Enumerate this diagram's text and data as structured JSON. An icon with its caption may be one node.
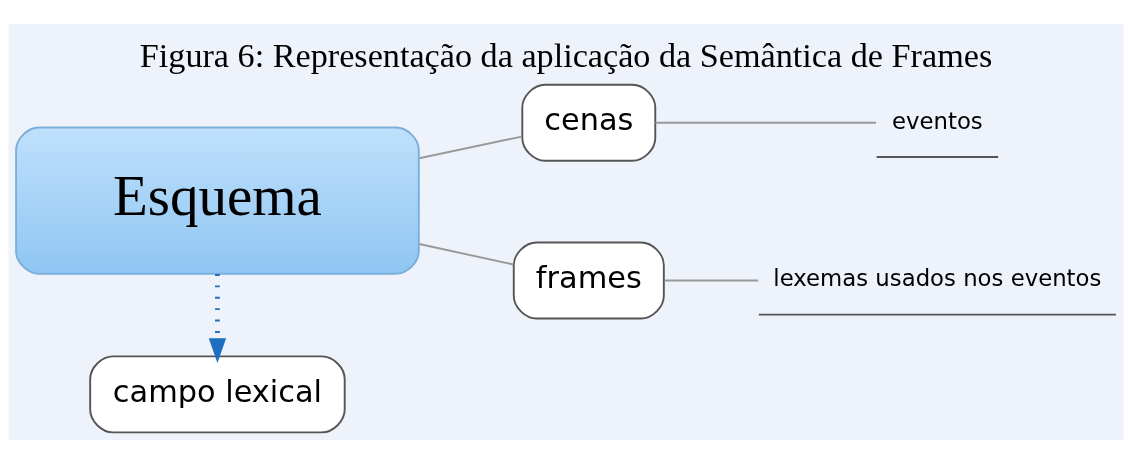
{
  "diagram": {
    "title": "Figura 6: Representação da aplicação da Semântica de Frames",
    "nodes": [
      {
        "text": [
          "Esquema"
        ]
      },
      {
        "text": [
          "campo lexical"
        ]
      },
      {
        "text": [
          "cenas"
        ]
      },
      {
        "text": [
          "eventos"
        ]
      },
      {
        "text": [
          "frames"
        ]
      },
      {
        "text": [
          "lexemas usados nos eventos"
        ]
      }
    ],
    "edges": [
      {
        "from": 0,
        "to": 1,
        "arrow": "to",
        "style": "dashed",
        "color": "#1f6fc0"
      },
      {
        "from": 0,
        "to": 2,
        "arrow": "none"
      },
      {
        "from": 2,
        "to": 3,
        "arrow": "none"
      },
      {
        "from": 0,
        "to": 4,
        "arrow": "none"
      },
      {
        "from": 4,
        "to": 5,
        "arrow": "none"
      }
    ]
  }
}
